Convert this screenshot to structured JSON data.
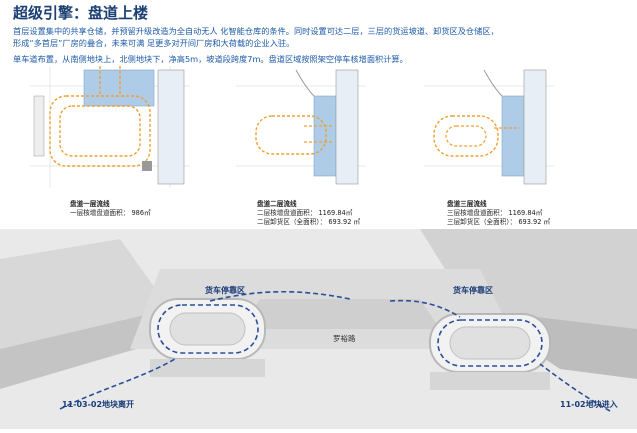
{
  "header": {
    "title": "超级引擎：盘道上楼",
    "para1": "首层设置集中的共享仓储，并预留升级改造为全自动无人 化智能仓库的条件。同时设置可达二层，三层的货运坡道、卸货区及仓储区，",
    "para2": "形成“多首层”厂房的叠合，未来可满 足更多对开间厂房和大荷载的企业入驻。",
    "para3": "单车道布置，从南侧地块上，北侧地块下，净高5m，坡道段跨度7m。盘道区域按照架空停车核增面积计算。"
  },
  "plans": [
    {
      "line1": "盘道一层流线",
      "line2": "一层核增盘道面积：  986㎡",
      "line3": ""
    },
    {
      "line1": "盘道二层流线",
      "line2": "二层核增盘道面积：  1169.84㎡",
      "line3": "二层卸货区（全面积）：  693.92 ㎡"
    },
    {
      "line1": "盘道三层流线",
      "line2": "三层核增盘道面积：  1169.84㎡",
      "line3": "三层卸货区（全面积）：  693.92 ㎡"
    }
  ],
  "render": {
    "truck_area_left": "货车停靠区",
    "truck_area_right": "货车停靠区",
    "road_name": "罗裕路",
    "exit_label": "11-03-02地块离开",
    "entry_label": "11-02地块进入"
  },
  "colors": {
    "title": "#1c3f73",
    "text_blue": "#1c5aa8",
    "route_orange": "#f0a030",
    "route_blue": "#2a4f9a",
    "plan_blue": "#aecbe8"
  }
}
